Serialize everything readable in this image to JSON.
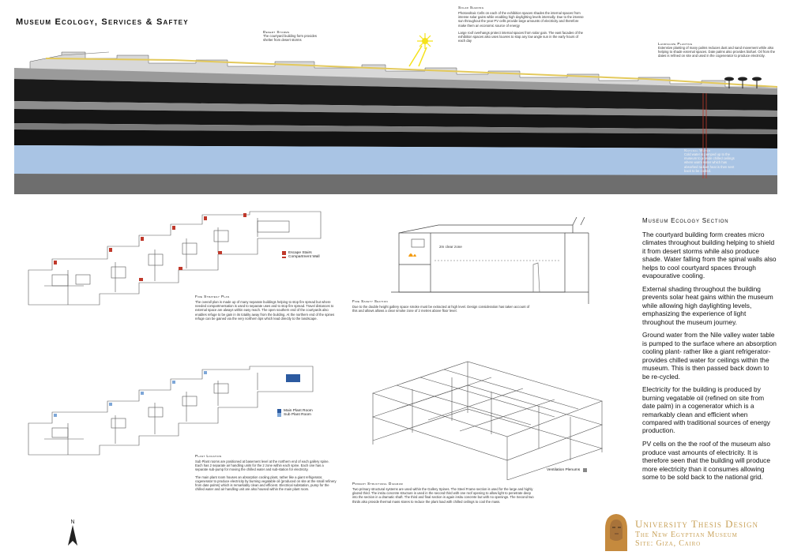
{
  "title": "Museum Ecology, Services & Saftey",
  "section": {
    "desert_storms": {
      "heading": "Desert Storms",
      "text": "The courtyard building form provides shelter from desert storms"
    },
    "solar_shading": {
      "heading": "Solar Shading",
      "text1": "Photovoltaic Cells on each of the exhibition spaces shades the internal spaces from intense solar gains while enabling high daylighting levels internally. Due to the intense sun throughout the year PV cells provide large amounts of electricity and therefore make them an economic source of energy",
      "text2": "Large roof overhangs protect internal spaces from solar gain. The east facades of the exhibition spaces also uses louvres to stop any low angle sun in the early hours of each day"
    },
    "landscape": {
      "heading": "Landscape Planting",
      "text": "Extensive planting of many palms reduces dust and sand movement while also helping to shade external spaces. Date palms also provides biofuel. Oil from the dates is refined on site and used in the cogenerator to produce electricity."
    },
    "natural_water": {
      "heading": "Natural Water",
      "text": "Cold water is pumped up to the museum to provide chilled ceilings where warm water which has absorbed radiant heat is then sent back to be cooled."
    }
  },
  "fire": {
    "legend": [
      {
        "label": "Escape Stairs",
        "color": "#c0392b"
      },
      {
        "label": "Compartment Wall",
        "color": "#c0392b"
      }
    ],
    "heading": "Fire Strategy Plan",
    "text": "The overall plan is made up of many separate buildings helping to stop fire spread but where needed compartmentation is used to separate uses and to stop fire spread. Travel distances to external space are always within easy reach. The open southern end of the courtyards also enables refuge to be gain in its totality away from the building. At the northern end of the spines refuge can be gained via the very northern tips which lead directly to the landscape."
  },
  "fire_safety_section": {
    "heading": "Fire Safety Section",
    "label": "2m clear zone",
    "text": "Due to the double height gallery space smoke must be extracted at high level. Design consideration has taken account of this and allows allows a clear smoke zone of 2 metres above floor level."
  },
  "plant": {
    "legend": [
      {
        "label": "Main Plant Room",
        "color": "#2c5aa0"
      },
      {
        "label": "Sub Plant Room",
        "color": "#7ea7d8"
      }
    ],
    "heading": "Plant Location",
    "text1": "Sub Plant rooms are positioned at basement level at the northern end of each gallery spine. Each has 2 separate air handling units for the 2 zone within each spine. Each one has a separate sub-pump for moving the chilled water and sub-station for electricity.",
    "text2": "The main plant room houses an absorption cooling plant, rather like a giant refrigerator, cogenerator to produce electricity by burning vegatable oil (produced on site at the small refinery from date palms) which is remarkably clean and efficient. Electrical substation, pump for the chilled water and air handling unit are also housed within the main plant room."
  },
  "structure": {
    "heading": "Primary Structural Diagram",
    "legend_label": "Ventilation Plenums",
    "legend_color": "#888888",
    "text": "Two primary structural systems are used within the Gallery Spines. The Steel Frame section is used for the large and highly glazed third. The insitu concrete structure is used in the second third with one roof opening to allow light to penetrate deep into the section in a dramatic shaft. The third and final section is again insitu concrete but with no openings. The Second two thirds also provide thermal mass stores to reduce the plant load with chilled ceilings to cool the mass."
  },
  "ecology": {
    "heading": "Museum Ecology Section",
    "paragraphs": [
      "The courtyard building form creates micro climates throughout building helping to shield it from desert storms while also produce shade. Water falling from the spinal walls also helps to cool courtyard spaces through evapourative cooling.",
      "External shading throughout the building prevents solar heat gains within the museum while allowing high daylighting levels, emphasizing the experience of light throughout the museum journey.",
      "Ground  water from the Nile valley water table is pumped to the surface where an absorption cooling plant- rather like a giant refrigerator- provides chilled water for ceilings within the museum. This is then passed back down to be re-cycled.",
      "Electricity for the building is produced by burning vegatable oil (refined on site from date palm) in a cogenerator which is a remarkably clean and efficient when compared with traditional sources of energy production.",
      "PV cells on the the roof of the museum also produce vast amounts of electricity. It is therefore seen that the building will produce more electricity than it consumes allowing some to be sold back to the national grid."
    ]
  },
  "north_label": "N",
  "thesis": {
    "line1": "University Thesis Design",
    "line2": "The New Egyptian Museum",
    "line3": "Site: Giza, Cairo"
  },
  "colors": {
    "accent_gold": "#c9a25a",
    "fire_red": "#c0392b",
    "water_blue": "#a9c4e4",
    "strata_dark": "#111111"
  },
  "icons": [
    "sun-icon",
    "palm-tree-icon",
    "north-arrow-icon",
    "pharaoh-bust-icon"
  ]
}
